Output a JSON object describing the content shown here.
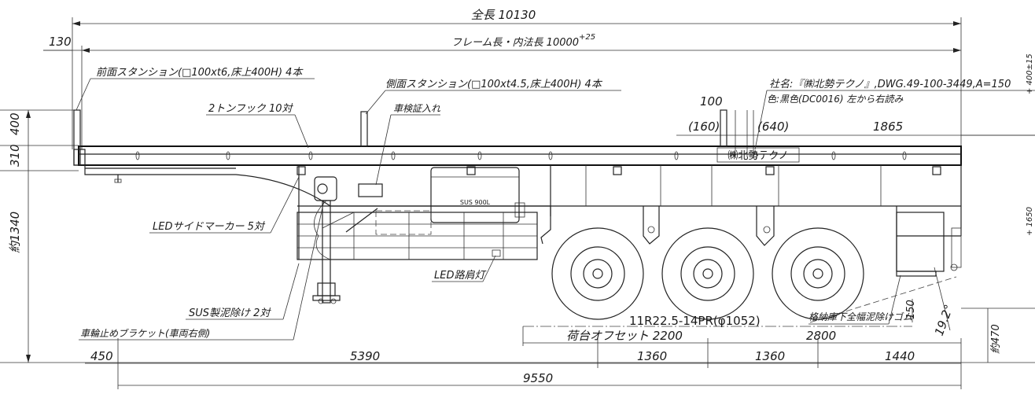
{
  "dims": {
    "overall_length": "全長 10130",
    "front_offset": "130",
    "frame_length": "フレーム長・内法長 10000",
    "frame_tolerance": "+25",
    "height_400": "400",
    "height_310": "310",
    "height_1340": "約1340",
    "dim_100": "100",
    "dim_160": "(160)",
    "dim_640": "(640)",
    "dim_1865": "1865",
    "dim_450": "450",
    "dim_5390": "5390",
    "dim_9550": "9550",
    "dim_1360a": "1360",
    "dim_1360b": "1360",
    "dim_1440": "1440",
    "dim_2200": "荷台オフセット 2200",
    "dim_2800": "2800",
    "dim_470": "約470",
    "dim_150": "150",
    "angle": "19.2°",
    "right_top": "+ 400±15",
    "right_mid": "+ 1650"
  },
  "labels": {
    "front_stanchion": "前面スタンション(□100xt6,床上400H) 4本",
    "side_stanchion": "側面スタンション(□100xt4.5,床上400H) 4本",
    "hook": "2トンフック 10対",
    "inspection": "車検証入れ",
    "company": "社名:『㈱北勢テクノ』,DWG.49-100-3449,A=150",
    "color": "色:黒色(DC0016) 左から右読み",
    "side_marker": "LEDサイドマーカー 5対",
    "step_light": "LED路肩灯",
    "mudguard": "SUS製泥除け 2対",
    "wheel_bracket": "車輪止めブラケット(車両右側)",
    "tire": "11R22.5-14PR(φ1052)",
    "rear_mudguard": "格納庫下全幅泥除けゴム",
    "tank": "SUS 900L",
    "body_logo": "㈱北勢テクノ"
  }
}
